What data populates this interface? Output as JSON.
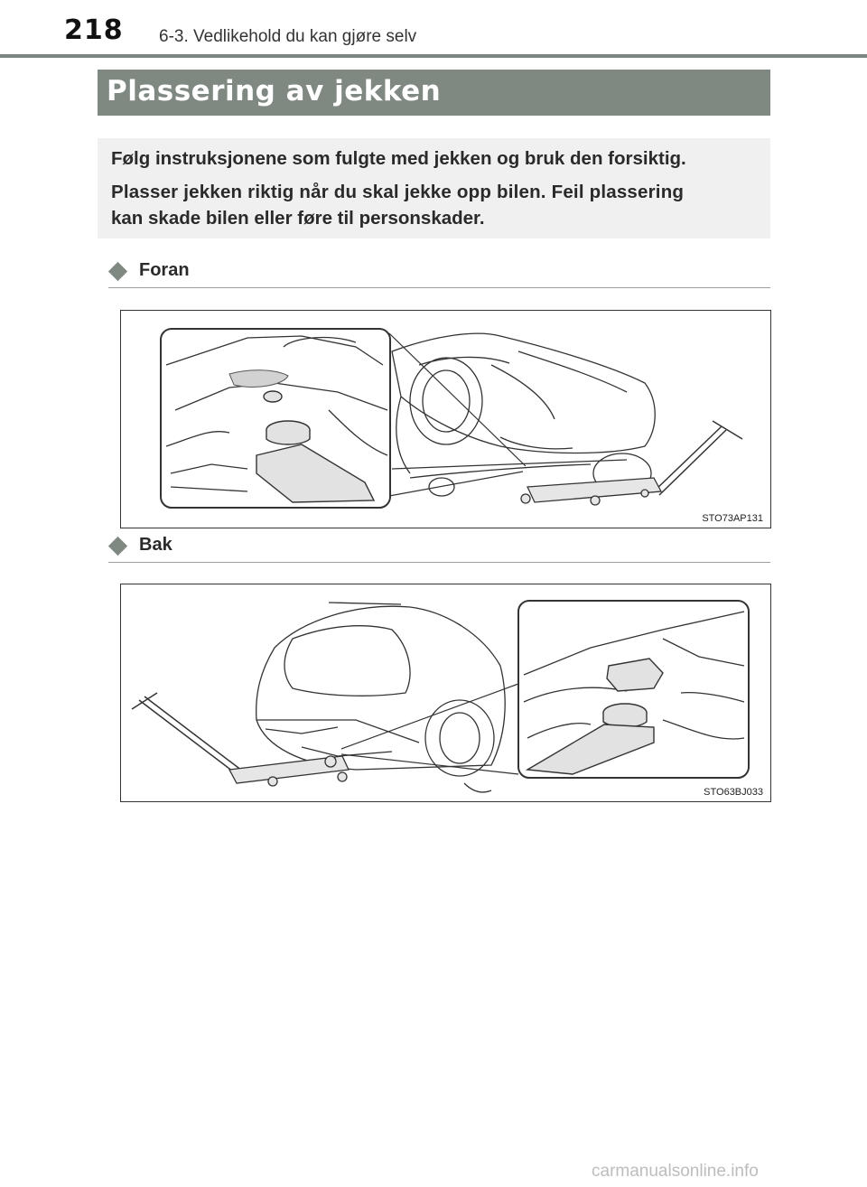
{
  "header": {
    "page_number": "218",
    "chapter": "6-3. Vedlikehold du kan gjøre selv"
  },
  "section": {
    "title": "Plassering av jekken"
  },
  "caution": {
    "line1": "Følg instruksjonene som fulgte med jekken og bruk den forsiktig.",
    "line2": "Plasser jekken riktig når du skal jekke opp bilen. Feil plassering",
    "line3": "kan skade bilen eller føre til personskader."
  },
  "front": {
    "heading": "Foran",
    "figure_code": "STO73AP131"
  },
  "rear": {
    "heading": "Bak",
    "figure_code": "STO63BJ033"
  },
  "footer": {
    "watermark": "carmanualsonline.info"
  }
}
